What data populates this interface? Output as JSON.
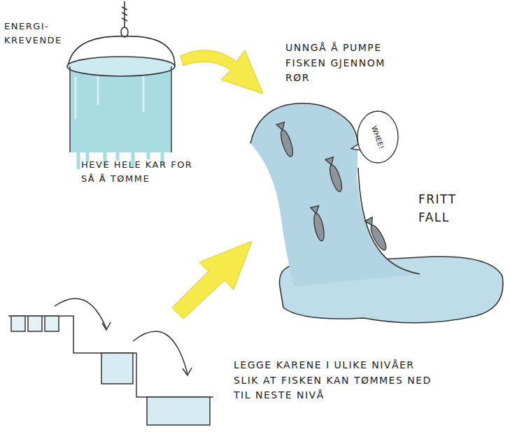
{
  "diagram": {
    "nodes": [
      {
        "text": [
          "WHEE!"
        ]
      }
    ],
    "labels": [
      "ENERGI- KREVENDE",
      "HEVE HELE KAR FOR SÅ Å TØMME",
      "UNNGÅ Å PUMPE FISKEN GJENNOM RØR",
      "FRITT FALL",
      "LEGGE KARENE I ULIKE NIVÅER SLIK AT FISKEN KAN TØMMES NED TIL NESTE NIVÅ"
    ]
  }
}
